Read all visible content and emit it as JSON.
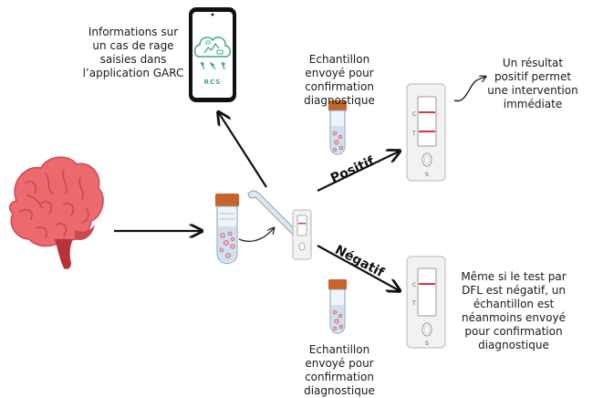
{
  "texts": {
    "garc_note": "Informations sur un cas de rage saisies dans l’application GARC",
    "sample_top": "Echantillon envoyé pour confirmation diagnostique",
    "sample_bottom": "Echantillon envoyé pour confirmation diagnostique",
    "positive_note": "Un résultat positif permet une intervention immédiate",
    "negative_note": "Même si le test par DFL est négatif, un échantillon est néanmoins envoyé pour confirmation diagnostique",
    "positive_label": "Positif",
    "negative_label": "Négatif",
    "phone_logo_text": "RCS"
  },
  "test_strip_marks": {
    "control": "C",
    "test": "T",
    "sample": "S"
  },
  "colors": {
    "brain": "#ec6a6e",
    "brain_dark": "#c94b52",
    "brainstem": "#b8323a",
    "tube_cap": "#c8642a",
    "tube_liquid": "#cfe0f0",
    "test_line": "#d33a3a",
    "phone_logo": "#3aa57a",
    "cassette": "#f2f2f2"
  },
  "icons": [
    "brain-icon",
    "phone-icon",
    "cloud-logo-icon",
    "sample-tube-icon",
    "pipette-icon",
    "test-cassette-icon",
    "curved-arrow-icon"
  ]
}
